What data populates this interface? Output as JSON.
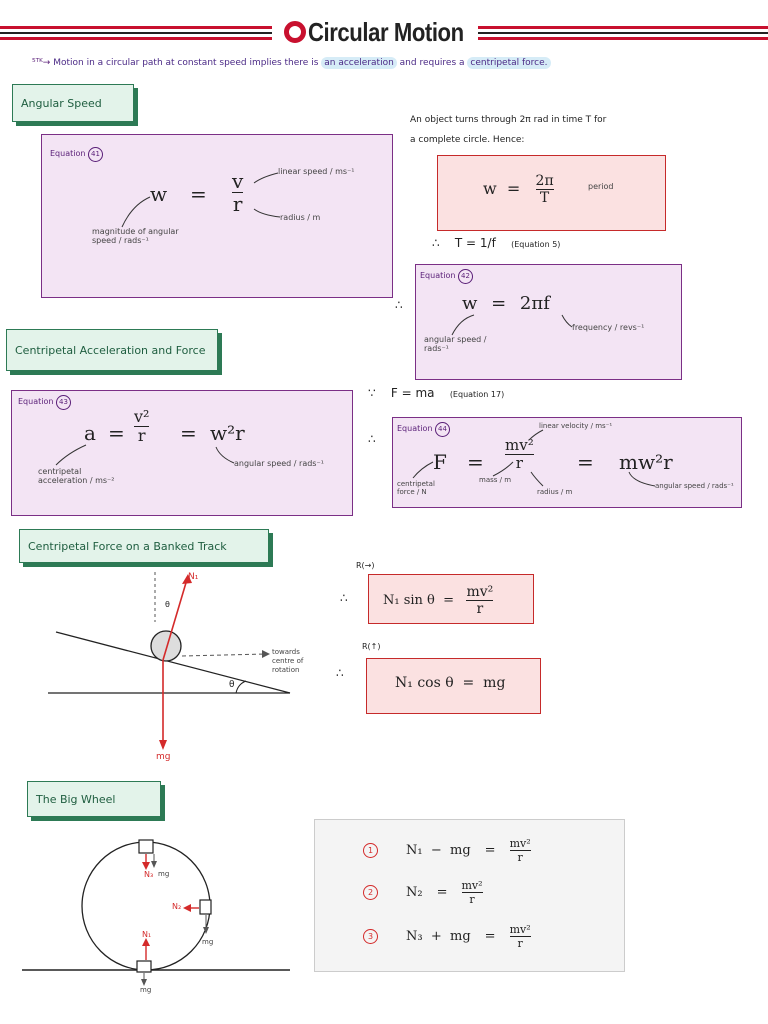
{
  "header": {
    "title": "Circular Motion",
    "accent": "#c8102e"
  },
  "intro": {
    "prefix": "Motion in a circular path at constant speed implies there is",
    "hl1": "an acceleration",
    "mid": "and requires a",
    "hl2": "centripetal force."
  },
  "sections": {
    "angular_speed": "Angular Speed",
    "centripetal": "Centripetal Acceleration and Force",
    "banked": "Centripetal Force on a Banked Track",
    "big_wheel": "The Big Wheel"
  },
  "eq41": {
    "label": "Equation",
    "num": "41",
    "lhs": "w",
    "num_frac": "v",
    "den_frac": "r",
    "note_linear": "linear speed / ms⁻¹",
    "note_radius": "radius / m",
    "note_angular": "magnitude of angular speed / rads⁻¹"
  },
  "period_text": {
    "line1": "An object turns through 2π rad in time T for",
    "line2": "a complete circle. Hence:"
  },
  "period_eq": {
    "lhs": "w",
    "num": "2π",
    "den": "T",
    "note": "period"
  },
  "t_eq": {
    "therefore": "∴",
    "text": "T = 1/f",
    "ref": "(Equation 5)"
  },
  "eq42": {
    "label": "Equation",
    "num": "42",
    "text": "w = 2πf",
    "note_freq": "frequency / revs⁻¹",
    "note_angular": "angular speed / rads⁻¹"
  },
  "f_ma": {
    "because": "∵",
    "text": "F = ma",
    "ref": "(Equation 17)"
  },
  "eq43": {
    "label": "Equation",
    "num": "43",
    "lhs": "a",
    "num_frac": "v²",
    "den_frac": "r",
    "rhs": "w²r",
    "note_acc": "centripetal acceleration / ms⁻²",
    "note_ang": "angular speed / rads⁻¹"
  },
  "eq44": {
    "label": "Equation",
    "num": "44",
    "lhs": "F",
    "num_frac": "mv²",
    "den_frac": "r",
    "rhs": "mw²r",
    "note_linear": "linear velocity / ms⁻¹",
    "note_force": "centripetal force / N",
    "note_mass": "mass / m",
    "note_radius": "radius / m",
    "note_ang": "angular speed / rads⁻¹"
  },
  "banked": {
    "n1": "N₁",
    "theta": "θ",
    "mg": "mg",
    "towards": "towards centre of rotation",
    "r_right": "R(→)",
    "r_up": "R(↑)",
    "eq1_lhs": "N₁ sin θ",
    "eq1_num": "mv²",
    "eq1_den": "r",
    "eq2": "N₁ cos θ  =  mg",
    "therefore": "∴"
  },
  "wheel": {
    "n1": "N₁",
    "n2": "N₂",
    "n3": "N₃",
    "mg": "mg",
    "eqs": [
      {
        "num": "1",
        "lhs": "N₁  −  mg",
        "fnum": "mv²",
        "fden": "r"
      },
      {
        "num": "2",
        "lhs": "N₂",
        "fnum": "mv²",
        "fden": "r"
      },
      {
        "num": "3",
        "lhs": "N₃  +  mg",
        "fnum": "mv²",
        "fden": "r"
      }
    ]
  },
  "colors": {
    "green": "#2d7a55",
    "purple": "#7b2f86",
    "red": "#c62a2a"
  }
}
